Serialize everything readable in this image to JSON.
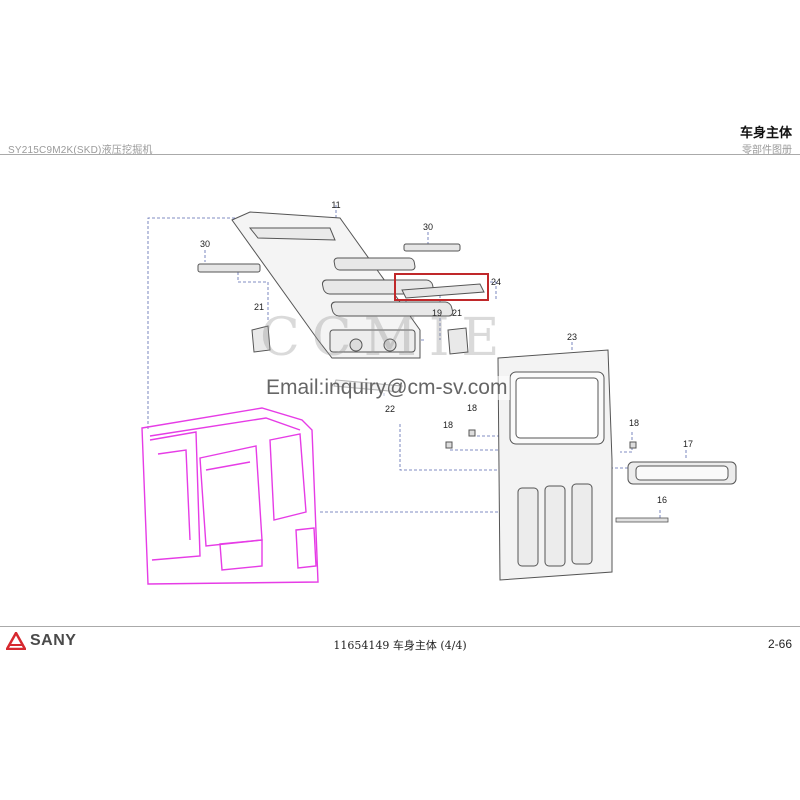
{
  "header": {
    "section_title": "车身主体",
    "model": "SY215C9M2K(SKD)液压挖掘机",
    "catalog": "零部件图册"
  },
  "footer": {
    "brand": "SANY",
    "drawing_code": "11654149 车身主体 (4/4)",
    "page": "2-66"
  },
  "watermark": {
    "text": "CCMIE",
    "email": "Email:inquiry@cm-sv.com"
  },
  "callouts": {
    "c11": "11",
    "c30a": "30",
    "c30b": "30",
    "c24": "24",
    "c19": "19",
    "c21a": "21",
    "c21b": "21",
    "c23": "23",
    "c22": "22",
    "c18a": "18",
    "c18b": "18",
    "c18c": "18",
    "c17": "17",
    "c16": "16"
  },
  "colors": {
    "cab_outline": "#e63ce6",
    "highlight_box": "#c0282a",
    "leader_line": "#5a6ab0",
    "brand_red": "#d7282f"
  }
}
